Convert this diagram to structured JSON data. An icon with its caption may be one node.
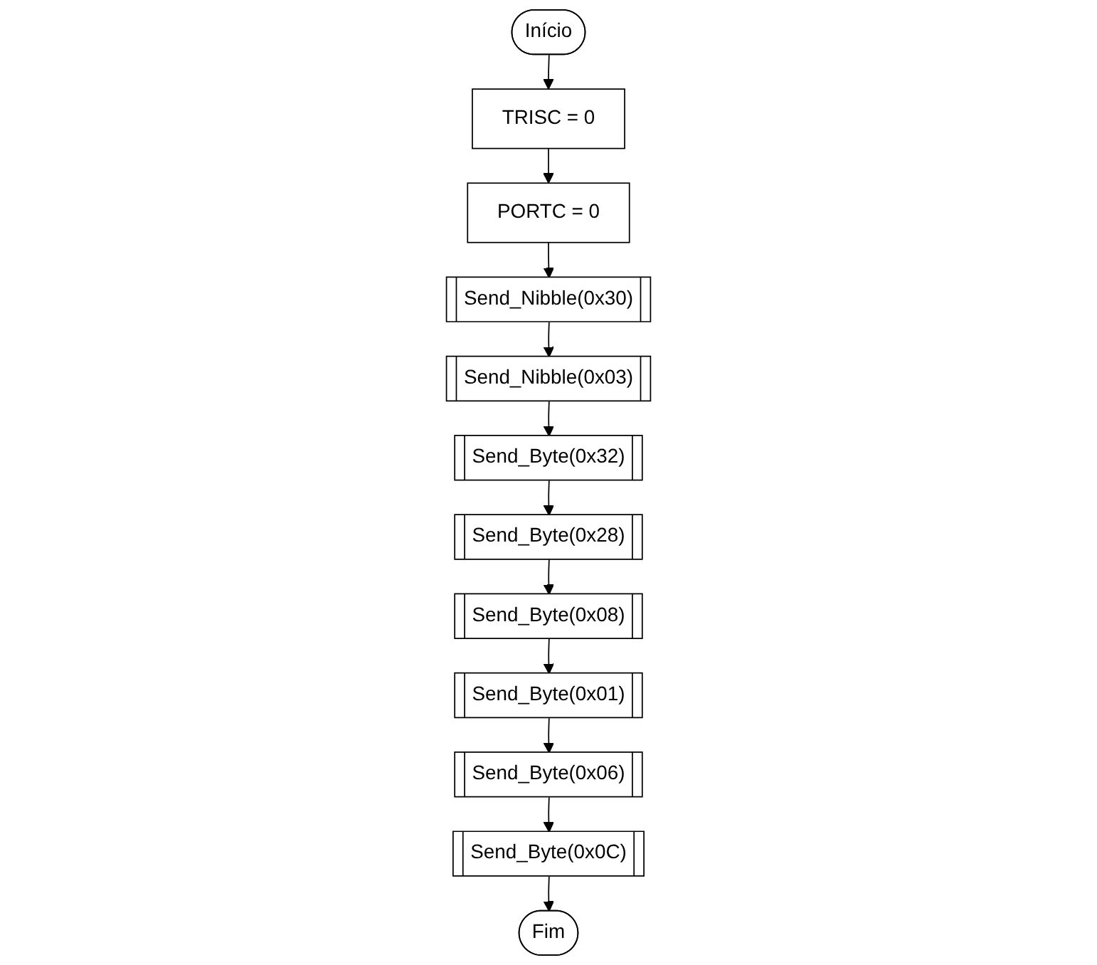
{
  "diagram": {
    "nodes": [
      {
        "text": [
          "Início"
        ]
      },
      {
        "text": [
          "TRISC = 0"
        ]
      },
      {
        "text": [
          "PORTC = 0"
        ]
      },
      {
        "text": [
          "Send_Nibble(0x30)"
        ]
      },
      {
        "text": [
          "Send_Nibble(0x03)"
        ]
      },
      {
        "text": [
          "Send_Byte(0x32)"
        ]
      },
      {
        "text": [
          "Send_Byte(0x28)"
        ]
      },
      {
        "text": [
          "Send_Byte(0x08)"
        ]
      },
      {
        "text": [
          "Send_Byte(0x01)"
        ]
      },
      {
        "text": [
          "Send_Byte(0x06)"
        ]
      },
      {
        "text": [
          "Send_Byte(0x0C)"
        ]
      },
      {
        "text": [
          "Fim"
        ]
      }
    ],
    "edges": [
      {
        "from": 0,
        "to": 1,
        "arrow": "to"
      },
      {
        "from": 1,
        "to": 2,
        "arrow": "to"
      },
      {
        "from": 2,
        "to": 3,
        "arrow": "to"
      },
      {
        "from": 3,
        "to": 4,
        "arrow": "to"
      },
      {
        "from": 4,
        "to": 5,
        "arrow": "to"
      },
      {
        "from": 5,
        "to": 6,
        "arrow": "to"
      },
      {
        "from": 6,
        "to": 7,
        "arrow": "to"
      },
      {
        "from": 7,
        "to": 8,
        "arrow": "to"
      },
      {
        "from": 8,
        "to": 9,
        "arrow": "to"
      },
      {
        "from": 9,
        "to": 10,
        "arrow": "to"
      },
      {
        "from": 10,
        "to": 11,
        "arrow": "to"
      }
    ]
  }
}
